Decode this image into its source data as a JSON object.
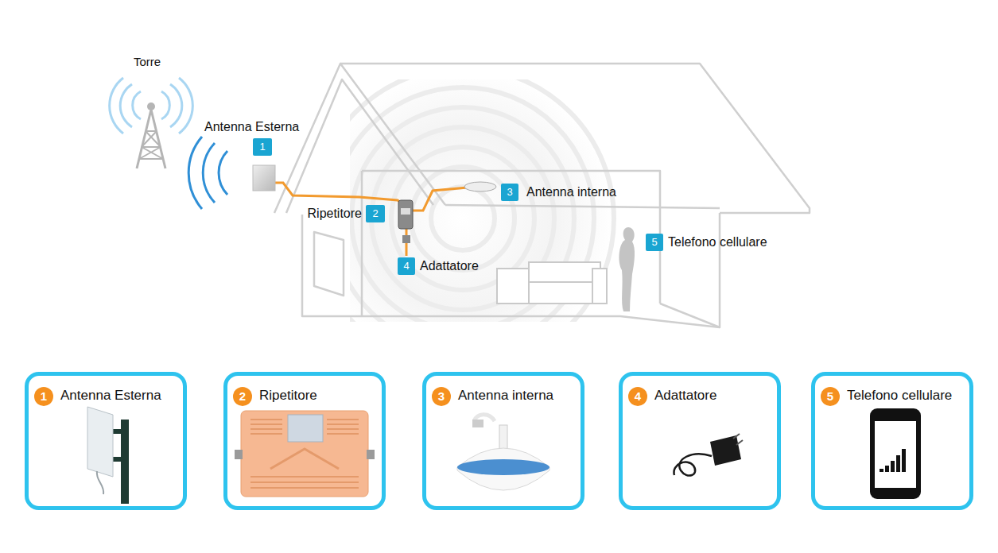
{
  "diagram": {
    "nodes": [
      {
        "text": [
          "Antenna Esterna",
          "1"
        ]
      },
      {
        "text": [
          "Ripetitore",
          "2"
        ]
      },
      {
        "text": [
          "3",
          "Antenna interna"
        ]
      },
      {
        "text": [
          "4",
          "Adattatore"
        ]
      },
      {
        "text": [
          "5",
          "Telefono cellulare"
        ]
      },
      {
        "text": [
          "Antenna Esterna"
        ]
      },
      {
        "text": [
          "1"
        ],
        "in": 5
      },
      {
        "text": [
          "Ripetitore"
        ]
      },
      {
        "text": [
          "2"
        ],
        "in": 7
      },
      {
        "text": [
          "Antenna interna"
        ]
      },
      {
        "text": [
          "3"
        ],
        "in": 9
      },
      {
        "text": [
          "Adattatore"
        ]
      },
      {
        "text": [
          "4"
        ],
        "in": 11
      },
      {
        "text": [
          "Telefono cellulare"
        ]
      },
      {
        "text": [
          "5"
        ],
        "in": 13
      }
    ],
    "labels": [
      "Torre"
    ]
  }
}
